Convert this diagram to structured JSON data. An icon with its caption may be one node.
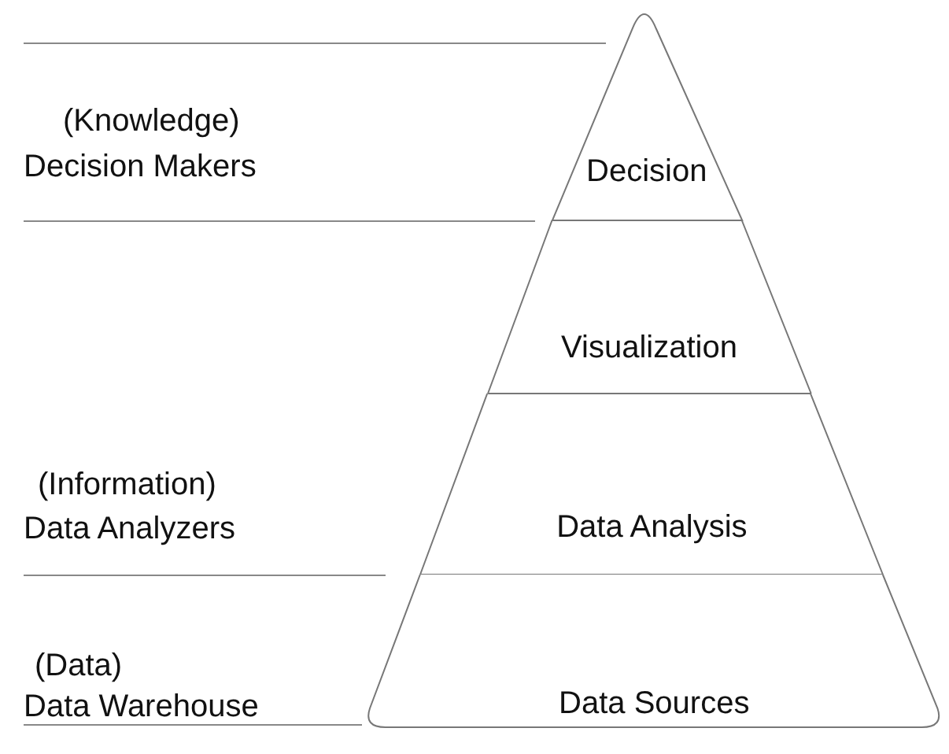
{
  "diagram": {
    "nodes": [
      {
        "text": [
          "Decision"
        ]
      },
      {
        "text": [
          "Visualization"
        ]
      },
      {
        "text": [
          "Data Analysis"
        ]
      },
      {
        "text": [
          "Data Sources"
        ]
      }
    ],
    "edges": [],
    "labels": [
      "(Knowledge)",
      "Decision Makers",
      "(Information)",
      "Data Analyzers",
      "(Data)",
      "Data Warehouse"
    ]
  }
}
